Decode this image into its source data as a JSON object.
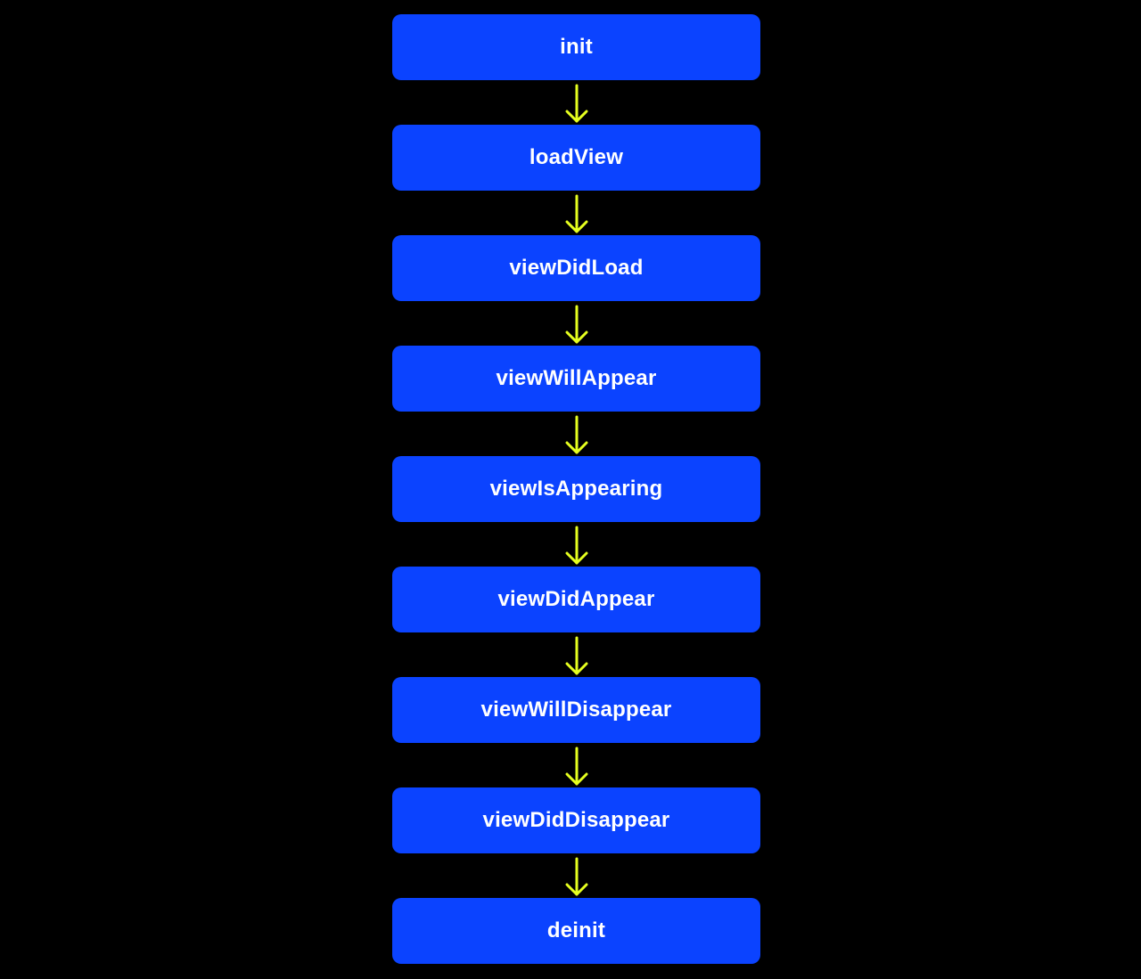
{
  "colors": {
    "background": "#000000",
    "box": "#0b43ff",
    "box_text": "#ffffff",
    "arrow": "#e6ff1f"
  },
  "steps": [
    {
      "label": "init"
    },
    {
      "label": "loadView"
    },
    {
      "label": "viewDidLoad"
    },
    {
      "label": "viewWillAppear"
    },
    {
      "label": "viewIsAppearing"
    },
    {
      "label": "viewDidAppear"
    },
    {
      "label": "viewWillDisappear"
    },
    {
      "label": "viewDidDisappear"
    },
    {
      "label": "deinit"
    }
  ],
  "arrow_icon": "arrow-down-icon"
}
